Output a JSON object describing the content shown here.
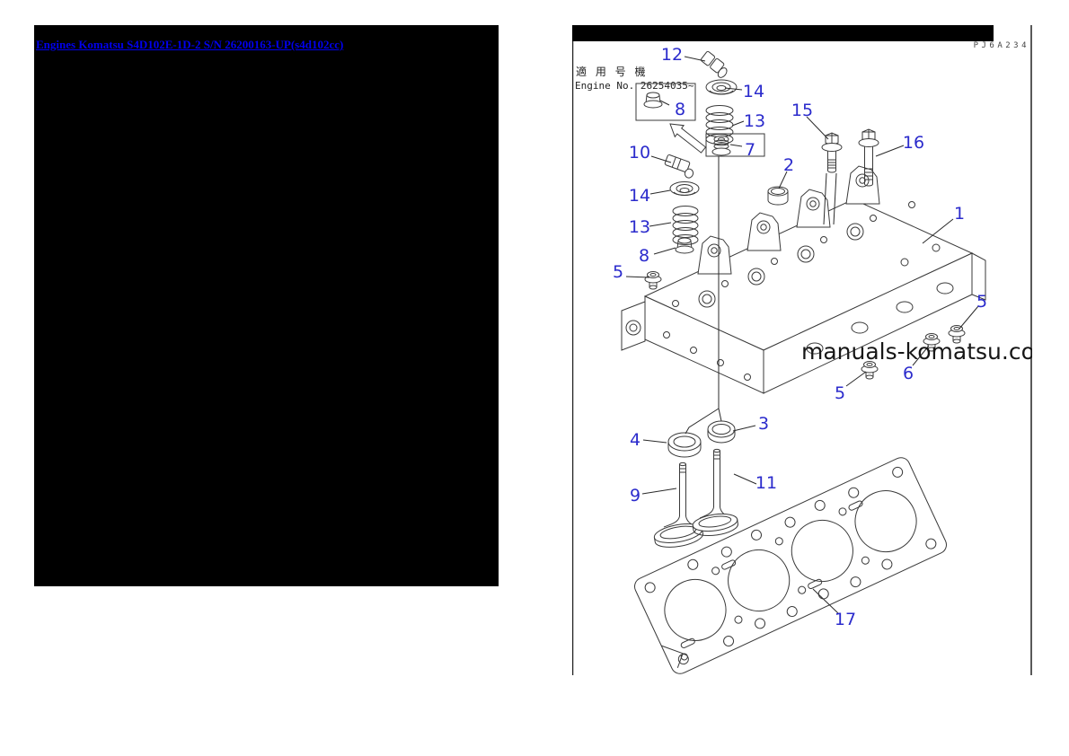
{
  "page": {
    "background": "#ffffff"
  },
  "left_panel": {
    "link_text": "Engines Komatsu S4D102E-1D-2 S/N 26200163-UP(s4d102cc)",
    "bg": "#000000",
    "link_color": "#0000ee"
  },
  "diagram": {
    "plate_code": "PJ6A234",
    "header": {
      "applicable_jp": "適 用 号 機",
      "engine_no": "Engine No. 26254035~"
    },
    "watermark": "manuals-komatsu.com",
    "colors": {
      "label_blue": "#2b2bcc",
      "line": "#3a3a3a"
    },
    "labels": [
      {
        "n": "12"
      },
      {
        "n": "8"
      },
      {
        "n": "14"
      },
      {
        "n": "13"
      },
      {
        "n": "15"
      },
      {
        "n": "7"
      },
      {
        "n": "16"
      },
      {
        "n": "10"
      },
      {
        "n": "2"
      },
      {
        "n": "14"
      },
      {
        "n": "13"
      },
      {
        "n": "8"
      },
      {
        "n": "1"
      },
      {
        "n": "5"
      },
      {
        "n": "5"
      },
      {
        "n": "6"
      },
      {
        "n": "5"
      },
      {
        "n": "3"
      },
      {
        "n": "4"
      },
      {
        "n": "9"
      },
      {
        "n": "11"
      },
      {
        "n": "17"
      }
    ]
  }
}
